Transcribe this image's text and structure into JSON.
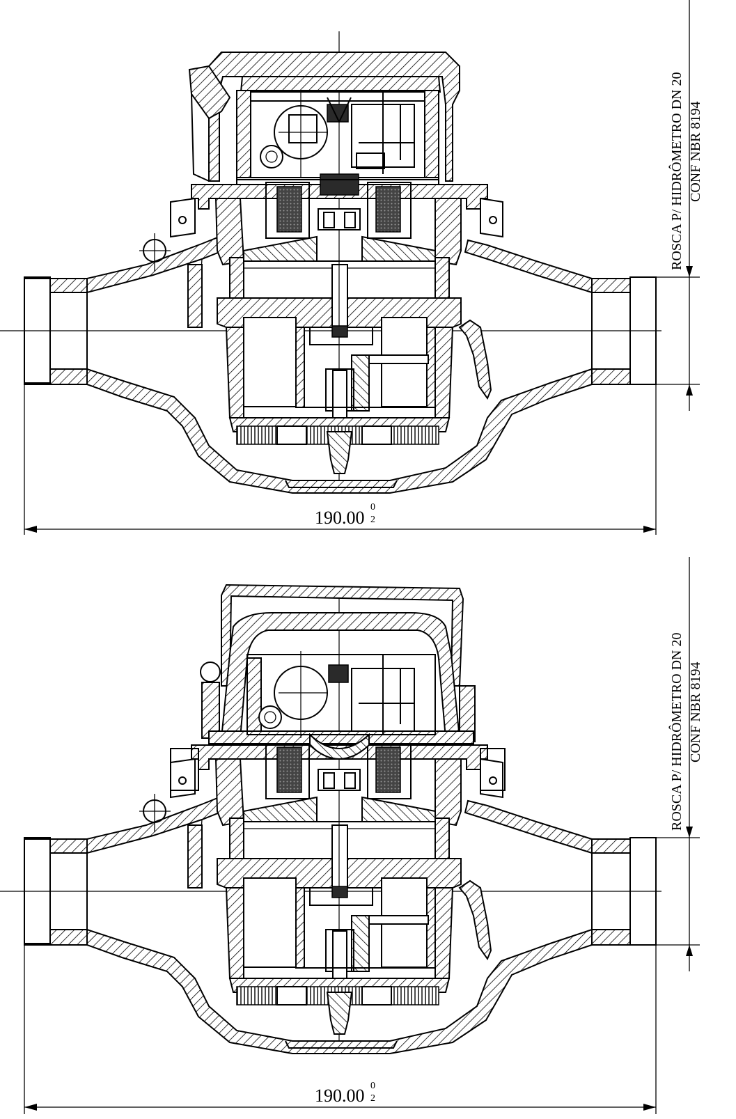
{
  "views": [
    {
      "id": "view-top",
      "dimension": {
        "value": "190.00",
        "tol_upper": "0",
        "tol_lower": "2"
      },
      "side_note": {
        "line1": "ROSCA P/ HIDRÔMETRO DN 20",
        "line2": "CONF NBR 8194"
      }
    },
    {
      "id": "view-bottom",
      "dimension": {
        "value": "190.00",
        "tol_upper": "0",
        "tol_lower": "2"
      },
      "side_note": {
        "line1": "ROSCA P/ HIDRÔMETRO DN 20",
        "line2": "CONF NBR 8194"
      }
    }
  ]
}
